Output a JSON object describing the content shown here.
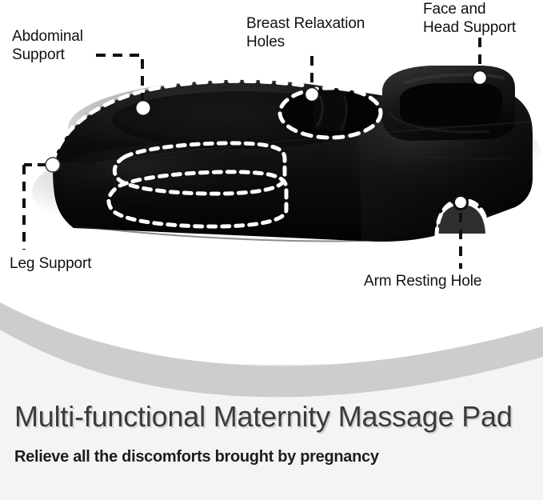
{
  "image": {
    "type": "product-infographic",
    "product": "Multi-functional Maternity Massage Pad",
    "background_color": "#ffffff",
    "footer_background_color": "#f4f4f4",
    "divider_color": "#cdcdcd",
    "callout_text_color": "#111111",
    "title_color": "#3b3b3b",
    "title_shadow_color": "#d4d4d4",
    "subtitle_color": "#1d1d1d",
    "product_color": "#0d0d0d",
    "annotation_color": "#ffffff"
  },
  "callouts": [
    {
      "id": "abdominal",
      "label": "Abdominal\nSupport",
      "dot": [
        179,
        135
      ]
    },
    {
      "id": "breast",
      "label": "Breast Relaxation\nHoles",
      "dot": [
        390,
        118
      ]
    },
    {
      "id": "face",
      "label": "Face and\nHead Support",
      "dot": [
        600,
        97
      ]
    },
    {
      "id": "leg",
      "label": "Leg Support",
      "dot": [
        66,
        206
      ]
    },
    {
      "id": "arm",
      "label": "Arm Resting Hole",
      "dot": [
        576,
        253
      ]
    }
  ],
  "footer": {
    "title": "Multi-functional Maternity Massage Pad",
    "subtitle": "Relieve all the discomforts brought by pregnancy"
  }
}
